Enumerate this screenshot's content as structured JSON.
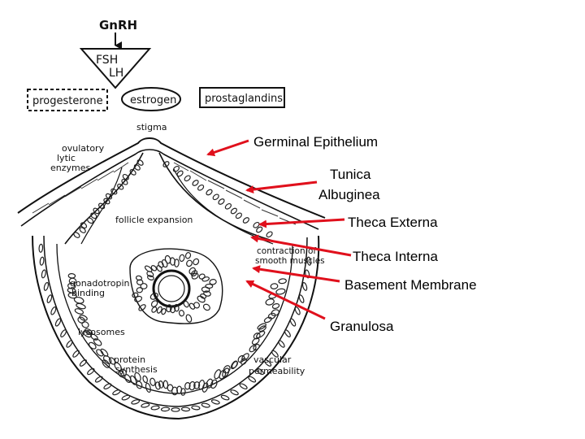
{
  "diagram": {
    "hormones": {
      "gnrh": "GnRH",
      "fsh": "FSH",
      "lh": "LH",
      "progesterone": "progesterone",
      "estrogen": "estrogen",
      "prostaglandins": "prostaglandins"
    },
    "process_labels": {
      "stigma": "stigma",
      "ovulatory_1": "ovulatory",
      "ovulatory_2": "lytic",
      "ovulatory_3": "enzymes",
      "follicle_expansion": "follicle expansion",
      "contraction_1": "contraction of",
      "contraction_2": "smooth muscles",
      "gonadotropin_1": "gonadotropin",
      "gonadotropin_2": "binding",
      "lysosomes": "lysosomes",
      "protein_1": "protein",
      "protein_2": "synthesis",
      "vascular_1": "vascular",
      "vascular_2": "permeability"
    },
    "layer_labels": {
      "germinal_epithelium": "Germinal Epithelium",
      "tunica_1": "Tunica",
      "tunica_2": "Albuginea",
      "theca_externa": "Theca Externa",
      "theca_interna": "Theca Interna",
      "basement_membrane": "Basement Membrane",
      "granulosa": "Granulosa"
    },
    "colors": {
      "arrow": "#e0101c",
      "ink": "#111111"
    }
  }
}
